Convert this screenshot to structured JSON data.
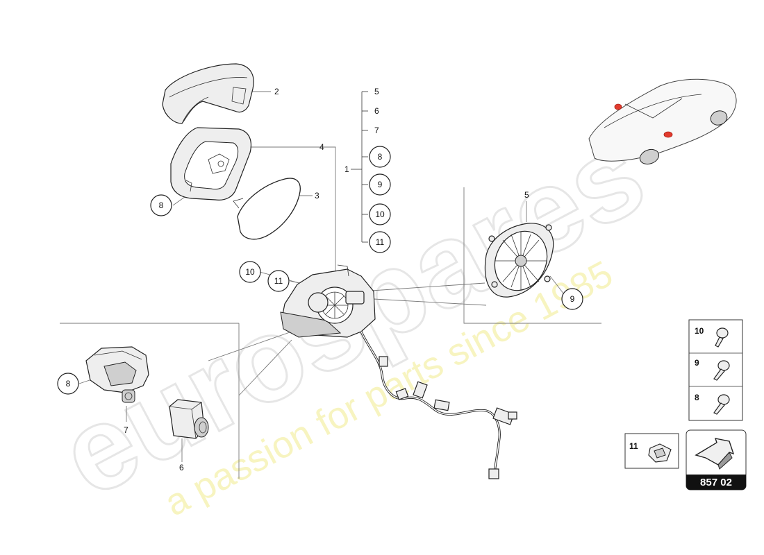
{
  "watermark": {
    "brand": "eurospares",
    "tagline": "a passion for parts since 1985"
  },
  "callouts": {
    "c2": "2",
    "c3": "3",
    "c4": "4",
    "c1": "1",
    "c5_top": "5",
    "c6_top": "6",
    "c7_top": "7",
    "c8_group": "8",
    "c9_group": "9",
    "c10_group": "10",
    "c11_group": "11",
    "c8_frame": "8",
    "c10_mid": "10",
    "c11_mid": "11",
    "c5_motor": "5",
    "c9_motor": "9",
    "c8_bracket": "8",
    "c7_bracket": "7",
    "c6_camera": "6"
  },
  "legend": {
    "screw_10": "10",
    "screw_9": "9",
    "screw_8": "8",
    "clip_11": "11"
  },
  "reference_number": "857 02",
  "colors": {
    "line": "#222222",
    "watermark": "#e8e8e8",
    "tagline": "#f6f3b8",
    "highlight": "#e23b2e",
    "ref_bg": "#111111"
  }
}
